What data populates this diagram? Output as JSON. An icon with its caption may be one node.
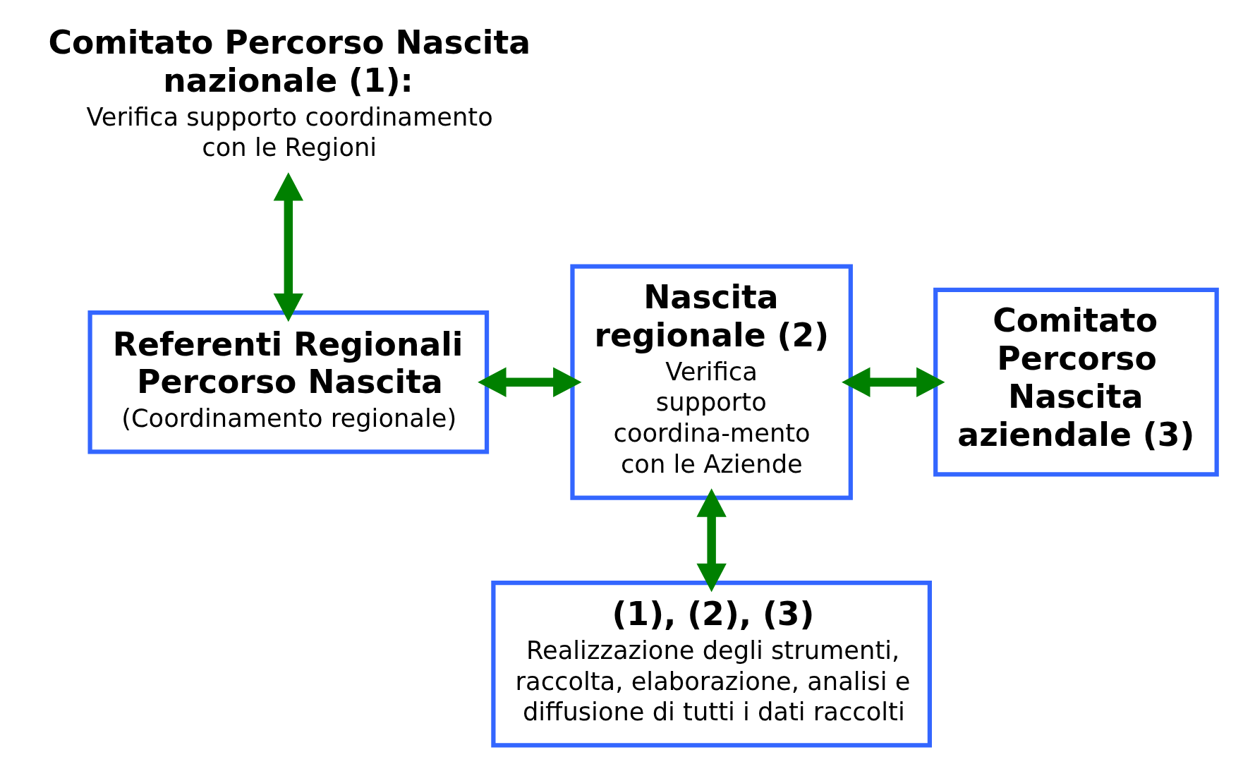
{
  "diagram": {
    "nodes": [
      {
        "text": [
          "Comitato Percorso Nascita nazionale (1):",
          "Verifica supporto coordinamento con le Regioni"
        ]
      },
      {
        "text": [
          "Nascita regionale (2)",
          "Verifica supporto coordina-mento con le Aziende"
        ]
      },
      {
        "text": [
          "Comitato Percorso Nascita aziendale (3)"
        ]
      },
      {
        "text": [
          "Referenti Regionali Percorso Nascita",
          "(Coordinamento regionale)"
        ]
      },
      {
        "text": [
          "(1), (2), (3)",
          "Realizzazione degli strumenti, raccolta, elaborazione, analisi e diffusione di tutti i dati raccolti"
        ]
      }
    ],
    "edges": [
      {
        "from": 0,
        "to": 3,
        "arrow": "both"
      },
      {
        "from": 3,
        "to": 1,
        "arrow": "both"
      },
      {
        "from": 1,
        "to": 2,
        "arrow": "both"
      },
      {
        "from": 1,
        "to": 4,
        "arrow": "both"
      }
    ]
  }
}
